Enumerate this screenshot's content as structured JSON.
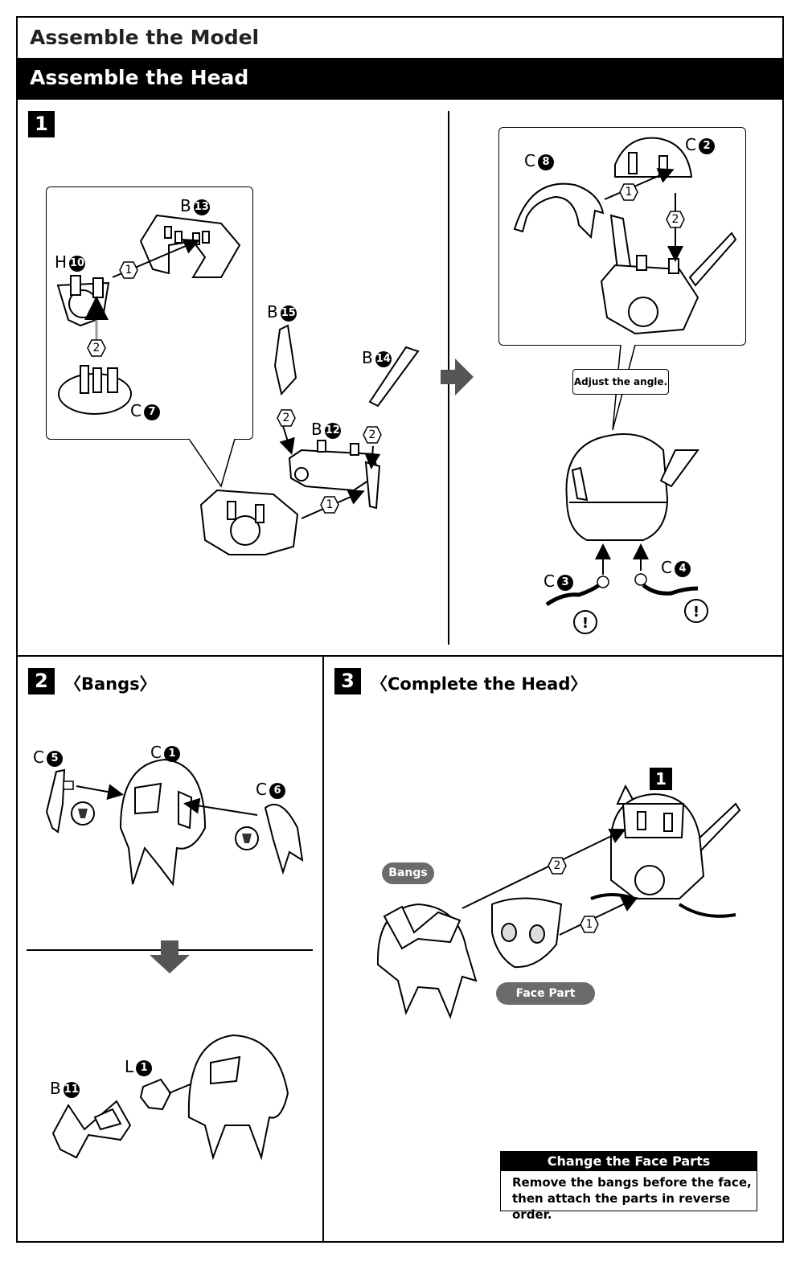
{
  "header": {
    "title": "Assemble the Model",
    "section": "Assemble the Head"
  },
  "step1": {
    "number": "1",
    "parts": {
      "b13": {
        "letter": "B",
        "num": "13"
      },
      "h10": {
        "letter": "H",
        "num": "10"
      },
      "c7": {
        "letter": "C",
        "num": "7"
      },
      "b15": {
        "letter": "B",
        "num": "15"
      },
      "b14": {
        "letter": "B",
        "num": "14"
      },
      "b12": {
        "letter": "B",
        "num": "12"
      },
      "c8": {
        "letter": "C",
        "num": "8"
      },
      "c2": {
        "letter": "C",
        "num": "2"
      },
      "c3": {
        "letter": "C",
        "num": "3"
      },
      "c4": {
        "letter": "C",
        "num": "4"
      }
    },
    "order_marks": [
      "1",
      "2"
    ],
    "adjust_note": "Adjust the angle."
  },
  "step2": {
    "number": "2",
    "title": "〈Bangs〉",
    "parts": {
      "c5": {
        "letter": "C",
        "num": "5"
      },
      "c1": {
        "letter": "C",
        "num": "1"
      },
      "c6": {
        "letter": "C",
        "num": "6"
      },
      "l1": {
        "letter": "L",
        "num": "1"
      },
      "b11": {
        "letter": "B",
        "num": "11"
      }
    }
  },
  "step3": {
    "number": "3",
    "title": "〈Complete the Head〉",
    "ref_step": "1",
    "bangs_label": "Bangs",
    "face_label": "Face Part",
    "note": {
      "title": "Change the Face Parts",
      "line1": "Remove the bangs before the face,",
      "line2": "then attach the parts in reverse order."
    }
  }
}
